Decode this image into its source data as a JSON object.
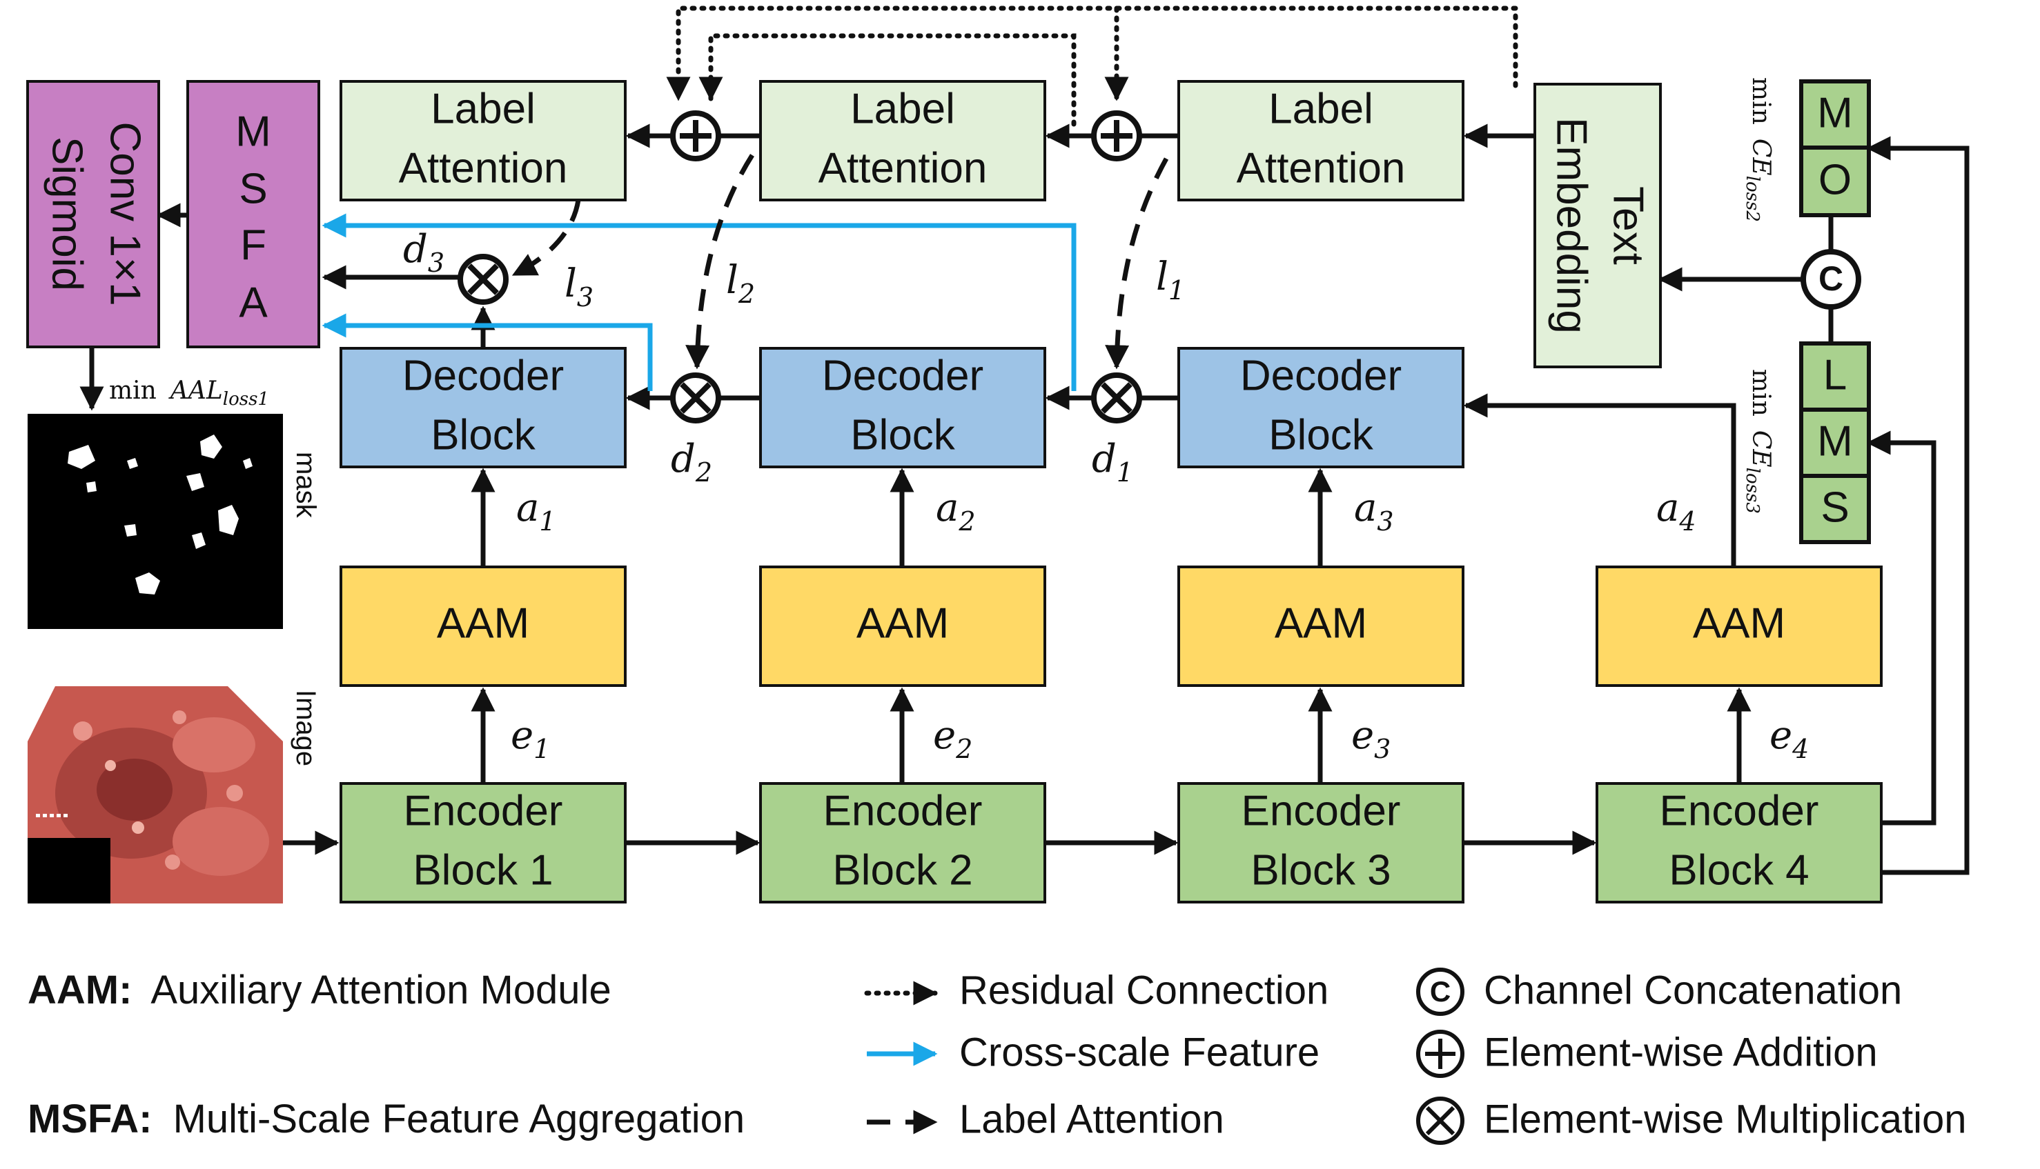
{
  "colors": {
    "encoder": "#a9d18e",
    "aam": "#ffd966",
    "decoder": "#9dc3e6",
    "label_attention": "#e2f0d9",
    "purple": "#c77fc3",
    "cross_scale": "#1aa7e8",
    "line": "#111111"
  },
  "blocks": {
    "encoder1": [
      "Encoder",
      "Block 1"
    ],
    "encoder2": [
      "Encoder",
      "Block 2"
    ],
    "encoder3": [
      "Encoder",
      "Block 3"
    ],
    "encoder4": [
      "Encoder",
      "Block 4"
    ],
    "aam": "AAM",
    "decoder": [
      "Decoder",
      "Block"
    ],
    "label_attention": [
      "Label",
      "Attention"
    ],
    "text_embedding": [
      "Text",
      "Embedding"
    ],
    "msfa": [
      "M",
      "S",
      "F",
      "A"
    ],
    "conv": [
      "Conv 1×1",
      "Sigmoid"
    ],
    "mo": [
      "M",
      "O"
    ],
    "lms": [
      "L",
      "M",
      "S"
    ]
  },
  "labels": {
    "e1": "e",
    "e1_sub": "1",
    "e2": "e",
    "e2_sub": "2",
    "e3": "e",
    "e3_sub": "3",
    "e4": "e",
    "e4_sub": "4",
    "a1": "a",
    "a1_sub": "1",
    "a2": "a",
    "a2_sub": "2",
    "a3": "a",
    "a3_sub": "3",
    "a4": "a",
    "a4_sub": "4",
    "d1": "d",
    "d1_sub": "1",
    "d2": "d",
    "d2_sub": "2",
    "d3": "d",
    "d3_sub": "3",
    "l1": "l",
    "l1_sub": "1",
    "l2": "l",
    "l2_sub": "2",
    "l3": "l",
    "l3_sub": "3",
    "min": "min",
    "aal": "AAL",
    "aal_sub": "loss1",
    "ce": "CE",
    "ce2_sub": "loss2",
    "ce3_sub": "loss3",
    "mask": "mask",
    "image": "Image",
    "concat_symbol": "C"
  },
  "legend": {
    "aam_key": "AAM:",
    "aam_desc": "Auxiliary Attention Module",
    "msfa_key": "MSFA:",
    "msfa_desc": "Multi-Scale Feature Aggregation",
    "residual": "Residual Connection",
    "cross_scale": "Cross-scale Feature",
    "label_attention": "Label Attention",
    "concat": "Channel Concatenation",
    "addition": "Element-wise Addition",
    "multiplication": "Element-wise Multiplication"
  }
}
